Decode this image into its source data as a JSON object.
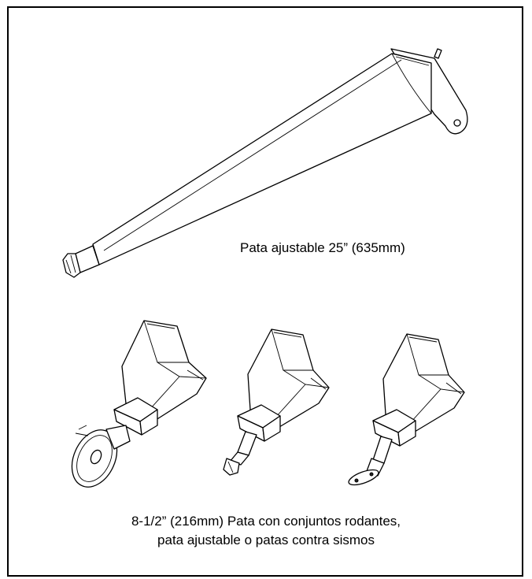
{
  "labels": {
    "long_leg": "Pata ajustable 25” (635mm)",
    "caption_line1": "8-1/2” (216mm) Pata con conjuntos rodantes,",
    "caption_line2": "pata ajustable o patas contra sismos"
  }
}
